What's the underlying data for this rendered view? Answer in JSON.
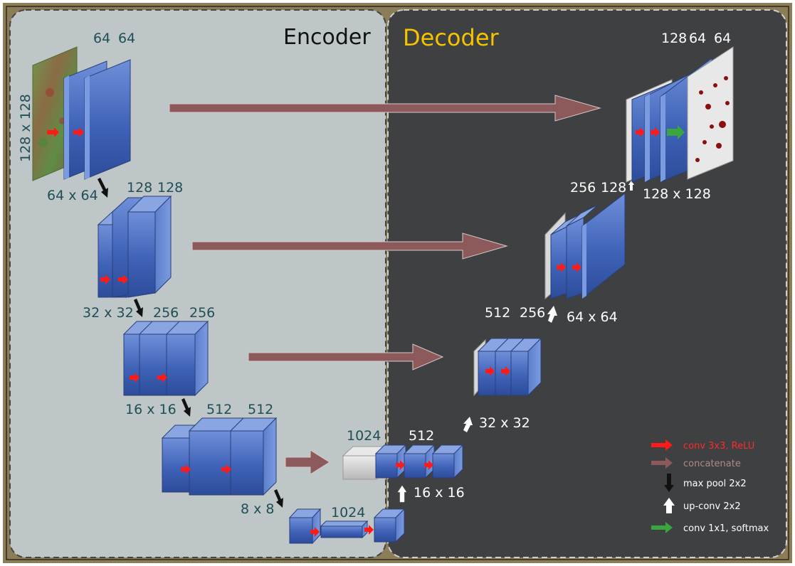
{
  "diagram": {
    "encoder_title": "Encoder",
    "decoder_title": "Decoder",
    "colors": {
      "outer_frame": "#8a7d57",
      "encoder_bg": "#bfc6c7",
      "decoder_bg": "#3f4042",
      "block_face": "#3d5fb5",
      "block_side": "#6c8fd8",
      "copy_block": "#d2d2d2",
      "conv_arrow": "#ff1a1a",
      "concat_arrow": "#8c5a5a",
      "pool_arrow": "#111111",
      "upconv_arrow": "#ffffff",
      "out_arrow": "#3aa640",
      "encoder_text": "#1f4e55",
      "decoder_text": "#ffffff",
      "encoder_title": "#111111",
      "decoder_title": "#f5c400"
    },
    "labels": {
      "enc1_channels": [
        "64",
        "64"
      ],
      "enc1_input_size": "128 x 128",
      "enc1_size": "64 x 64",
      "enc2_channels": [
        "128",
        "128"
      ],
      "enc2_size": "32 x 32",
      "enc3_channels": [
        "256",
        "256"
      ],
      "enc3_size": "16 x 16",
      "enc4_channels": [
        "512",
        "512"
      ],
      "enc4_size": "8 x 8",
      "bottleneck_channels": "1024",
      "dec4_concat_channels": "1024",
      "dec4_channels": "512",
      "dec4_size": "16 x 16",
      "dec3_channels": [
        "512",
        "256"
      ],
      "dec3_size": "32 x 32",
      "dec2_channels": [
        "256",
        "128"
      ],
      "dec2_size": "64 x 64",
      "dec1_channels": [
        "128",
        "64",
        "64"
      ],
      "dec1_size": "128 x 128"
    },
    "legend": [
      {
        "label": "conv 3x3, ReLU",
        "icon": "red-right-arrow"
      },
      {
        "label": "concatenate",
        "icon": "brown-right-arrow"
      },
      {
        "label": "max pool 2x2",
        "icon": "black-down-arrow"
      },
      {
        "label": "up-conv 2x2",
        "icon": "white-up-arrow"
      },
      {
        "label": "conv 1x1, softmax",
        "icon": "green-right-arrow"
      }
    ]
  }
}
